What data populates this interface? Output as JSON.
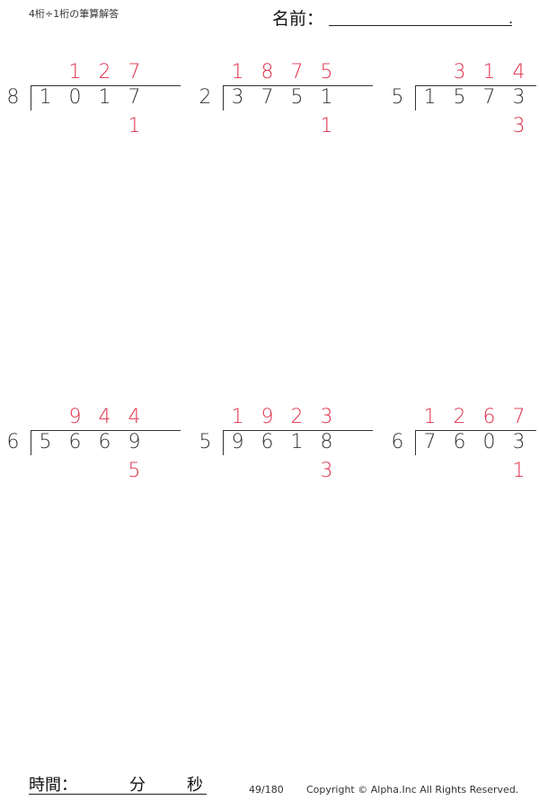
{
  "header": {
    "title": "4桁÷1桁の筆算解答",
    "name_label": "名前：",
    "name_period": "."
  },
  "problems": [
    {
      "divisor": "8",
      "dividend": [
        "1",
        "0",
        "1",
        "7"
      ],
      "quotient": [
        "",
        "1",
        "2",
        "7"
      ],
      "remainder": [
        "",
        "",
        "",
        "1"
      ]
    },
    {
      "divisor": "2",
      "dividend": [
        "3",
        "7",
        "5",
        "1"
      ],
      "quotient": [
        "1",
        "8",
        "7",
        "5"
      ],
      "remainder": [
        "",
        "",
        "",
        "1"
      ]
    },
    {
      "divisor": "5",
      "dividend": [
        "1",
        "5",
        "7",
        "3"
      ],
      "quotient": [
        "",
        "3",
        "1",
        "4"
      ],
      "remainder": [
        "",
        "",
        "",
        "3"
      ]
    },
    {
      "divisor": "6",
      "dividend": [
        "5",
        "6",
        "6",
        "9"
      ],
      "quotient": [
        "",
        "9",
        "4",
        "4"
      ],
      "remainder": [
        "",
        "",
        "",
        "5"
      ]
    },
    {
      "divisor": "5",
      "dividend": [
        "9",
        "6",
        "1",
        "8"
      ],
      "quotient": [
        "1",
        "9",
        "2",
        "3"
      ],
      "remainder": [
        "",
        "",
        "",
        "3"
      ]
    },
    {
      "divisor": "6",
      "dividend": [
        "7",
        "6",
        "0",
        "3"
      ],
      "quotient": [
        "1",
        "2",
        "6",
        "7"
      ],
      "remainder": [
        "",
        "",
        "",
        "1"
      ]
    }
  ],
  "footer": {
    "time_label": "時間：",
    "minutes_label": "分",
    "seconds_label": "秒",
    "page_number": "49/180",
    "copyright": "Copyright © Alpha.Inc All Rights Reserved."
  },
  "colors": {
    "answer": "#e0304a",
    "text": "#333333"
  }
}
